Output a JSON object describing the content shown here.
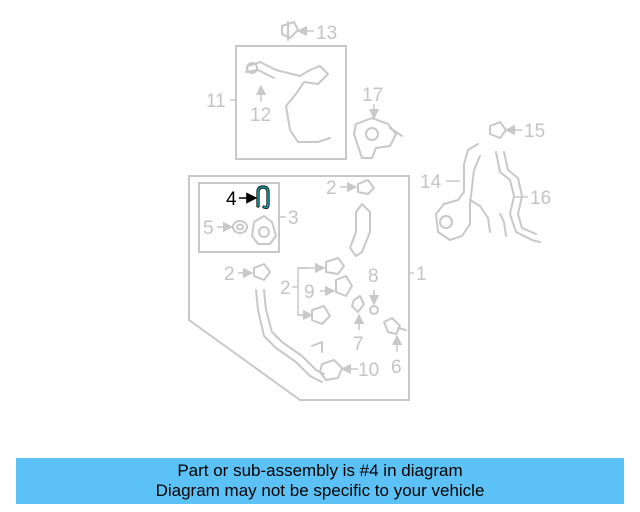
{
  "callouts": {
    "c1": "1",
    "c2a": "2",
    "c2b": "2",
    "c2c": "2",
    "c3": "3",
    "c4": "4",
    "c5": "5",
    "c6": "6",
    "c7": "7",
    "c8": "8",
    "c9": "9",
    "c10": "10",
    "c11": "11",
    "c12": "12",
    "c13": "13",
    "c14": "14",
    "c15": "15",
    "c16": "16",
    "c17": "17"
  },
  "banner": {
    "line1": "Part or sub-assembly is #4 in diagram",
    "line2": "Diagram may not be specific to your vehicle"
  },
  "colors": {
    "highlight": "#1aa3a3",
    "banner": "#5cc1f5",
    "parts": "#c8c8c8"
  }
}
